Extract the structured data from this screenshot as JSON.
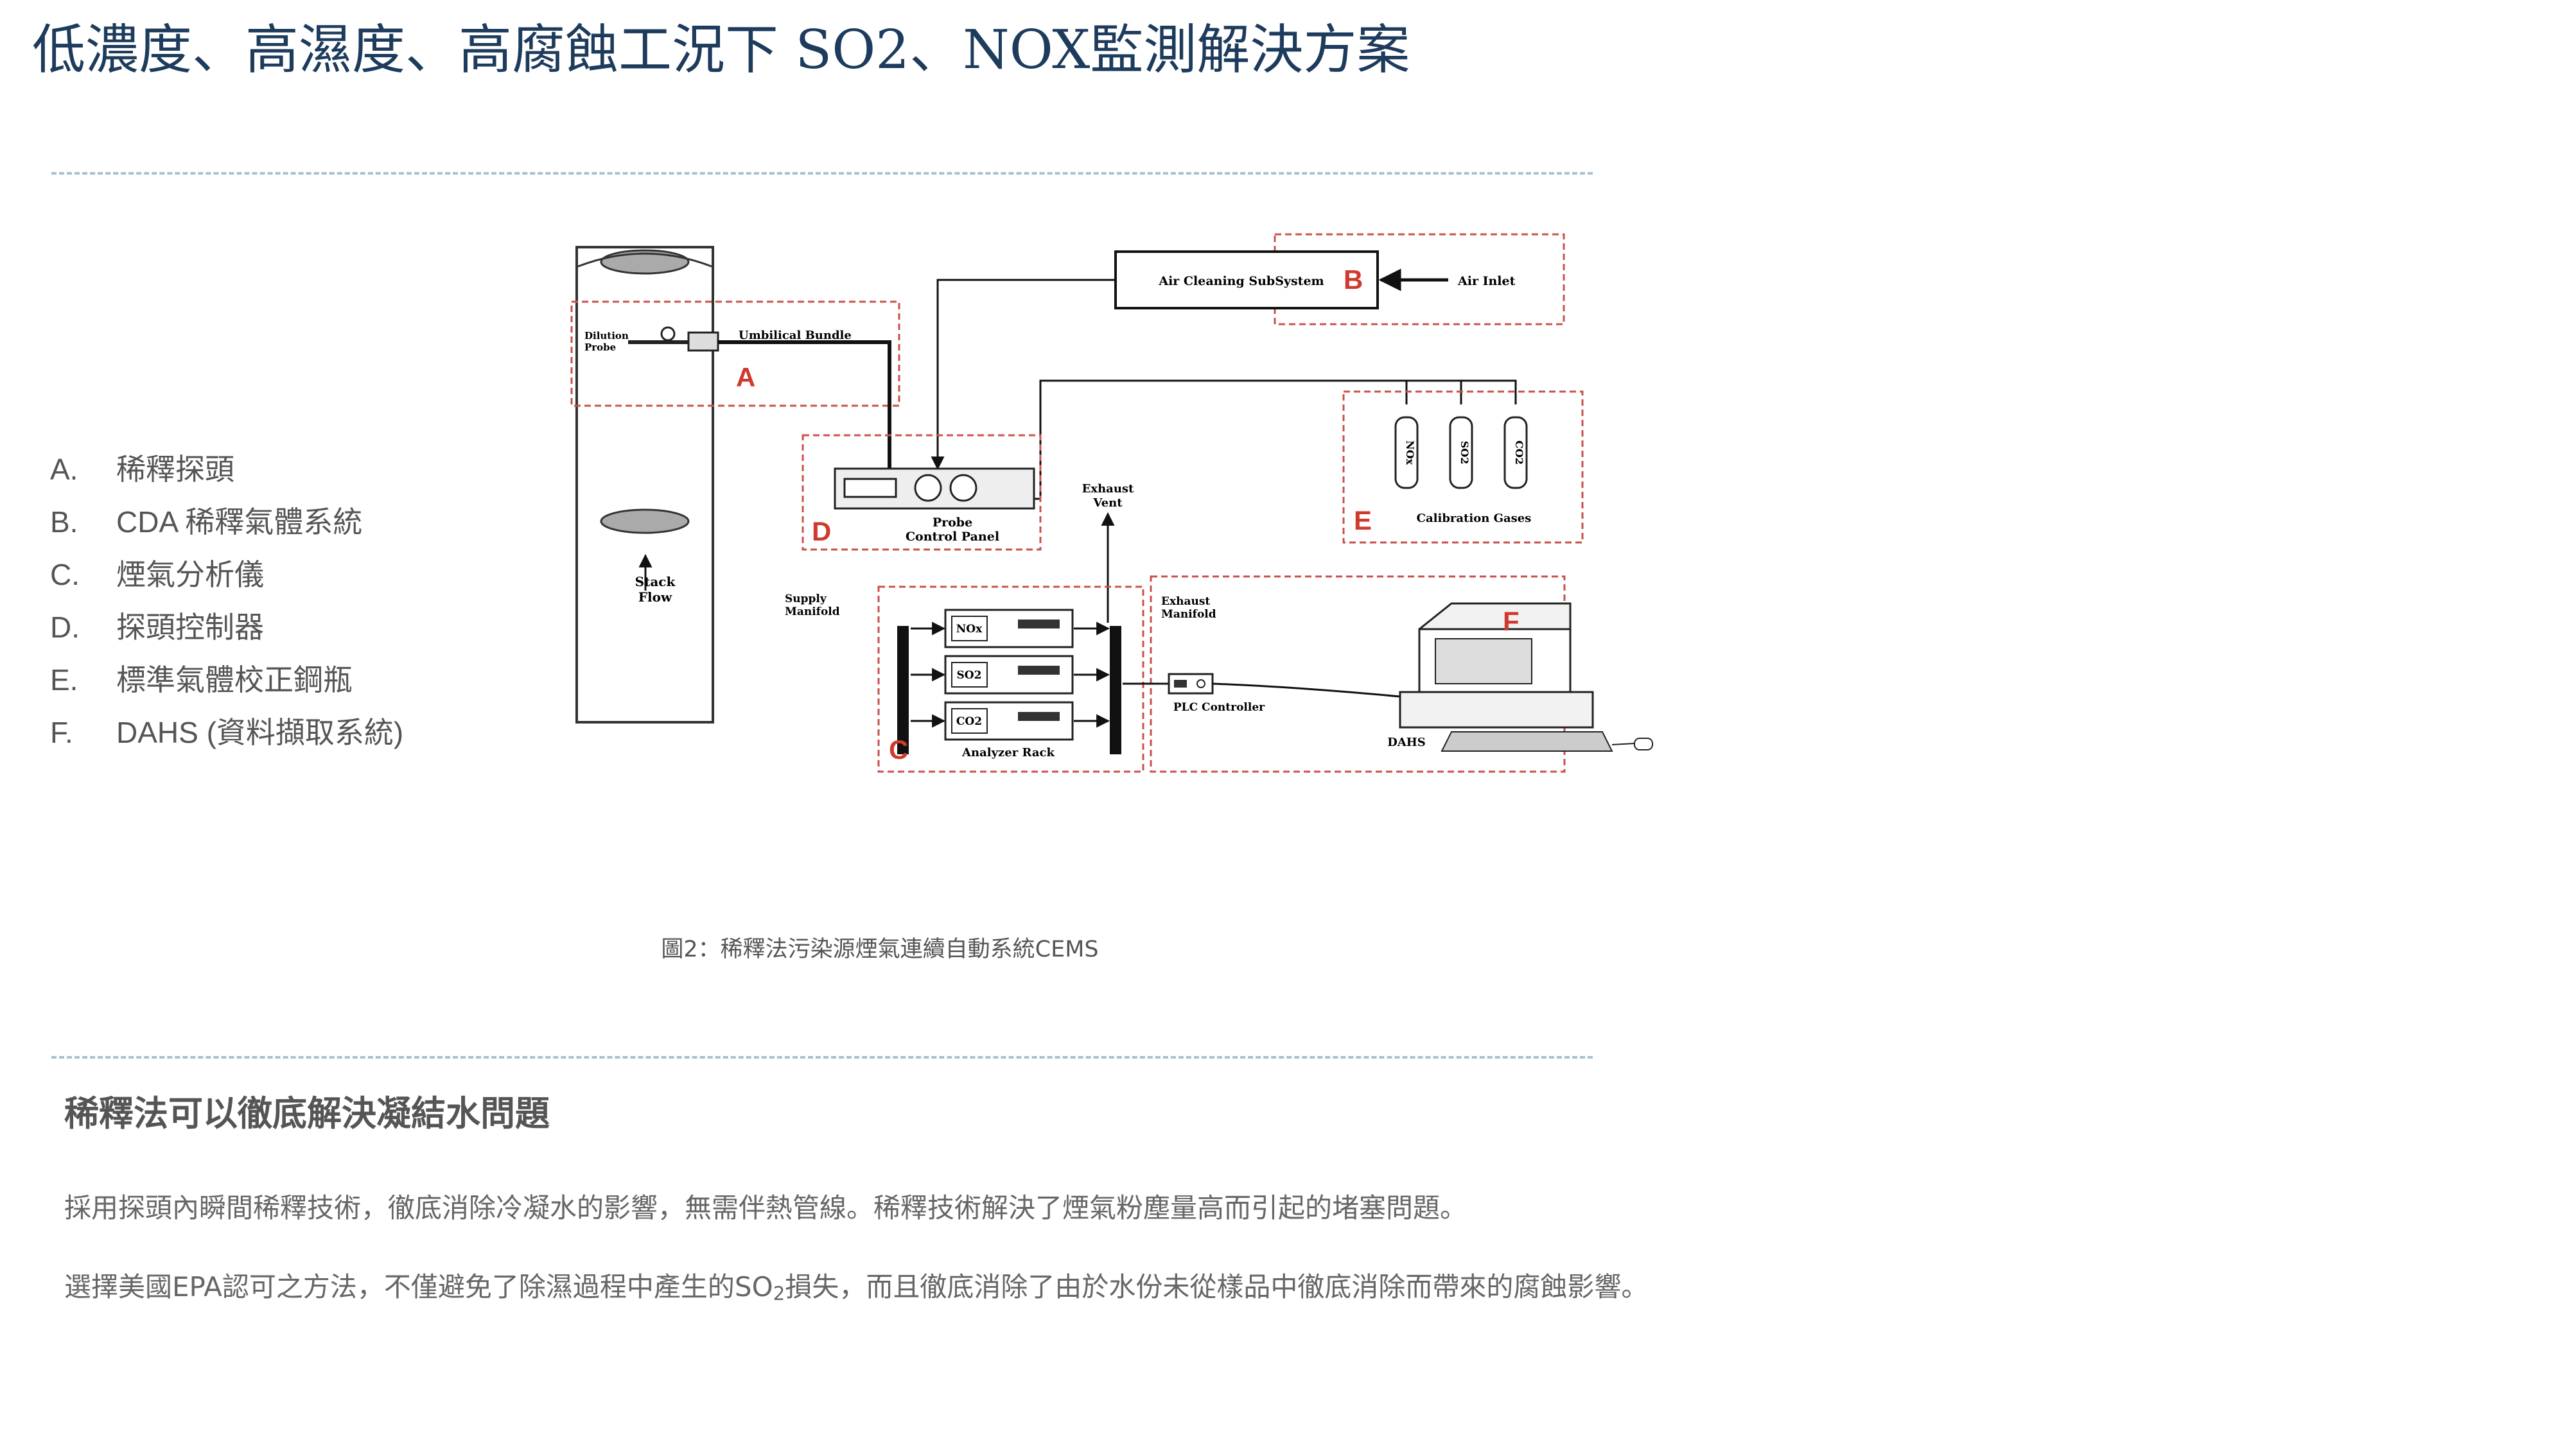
{
  "page": {
    "title": "低濃度、高濕度、高腐蝕工況下 SO2、NOX監測解決方案"
  },
  "legend": {
    "items": [
      {
        "letter": "A.",
        "label": "稀釋探頭"
      },
      {
        "letter": "B.",
        "label": "CDA 稀釋氣體系統"
      },
      {
        "letter": "C.",
        "label": "煙氣分析儀"
      },
      {
        "letter": "D.",
        "label": "探頭控制器"
      },
      {
        "letter": "E.",
        "label": "標準氣體校正鋼瓶"
      },
      {
        "letter": "F.",
        "label": "DAHS (資料擷取系統)"
      }
    ]
  },
  "diagram": {
    "markers": {
      "a": "A",
      "b": "B",
      "c": "C",
      "d": "D",
      "e": "E",
      "f": "F"
    },
    "labels": {
      "dilution_probe_l1": "Dilution",
      "dilution_probe_l2": "Probe",
      "umbilical_bundle": "Umbilical Bundle",
      "stack_flow_l1": "Stack",
      "stack_flow_l2": "Flow",
      "air_cleaning": "Air Cleaning SubSystem",
      "air_inlet": "Air Inlet",
      "probe_panel_l1": "Probe",
      "probe_panel_l2": "Control Panel",
      "exhaust_vent_l1": "Exhaust",
      "exhaust_vent_l2": "Vent",
      "calibration_gases": "Calibration Gases",
      "supply_manifold_l1": "Supply",
      "supply_manifold_l2": "Manifold",
      "exhaust_manifold_l1": "Exhaust",
      "exhaust_manifold_l2": "Manifold",
      "analyzer_rack": "Analyzer Rack",
      "plc_controller": "PLC Controller",
      "dahs": "DAHS"
    },
    "analyzers": [
      "NOx",
      "SO2",
      "CO2"
    ],
    "gas_cylinders": [
      "NOx",
      "SO2",
      "CO2"
    ],
    "caption": "圖2：稀釋法污染源煙氣連續自動系統CEMS"
  },
  "section": {
    "heading": "稀釋法可以徹底解決凝結水問題",
    "paragraph1": "採用探頭內瞬間稀釋技術，徹底消除冷凝水的影響，無需伴熱管線。稀釋技術解決了煙氣粉塵量高而引起的堵塞問題。",
    "paragraph2_before": "選擇美國EPA認可之方法，不僅避免了除濕過程中產生的SO",
    "paragraph2_sub": "2",
    "paragraph2_after": "損失，而且徹底消除了由於水份未從樣品中徹底消除而帶來的腐蝕影響。"
  }
}
